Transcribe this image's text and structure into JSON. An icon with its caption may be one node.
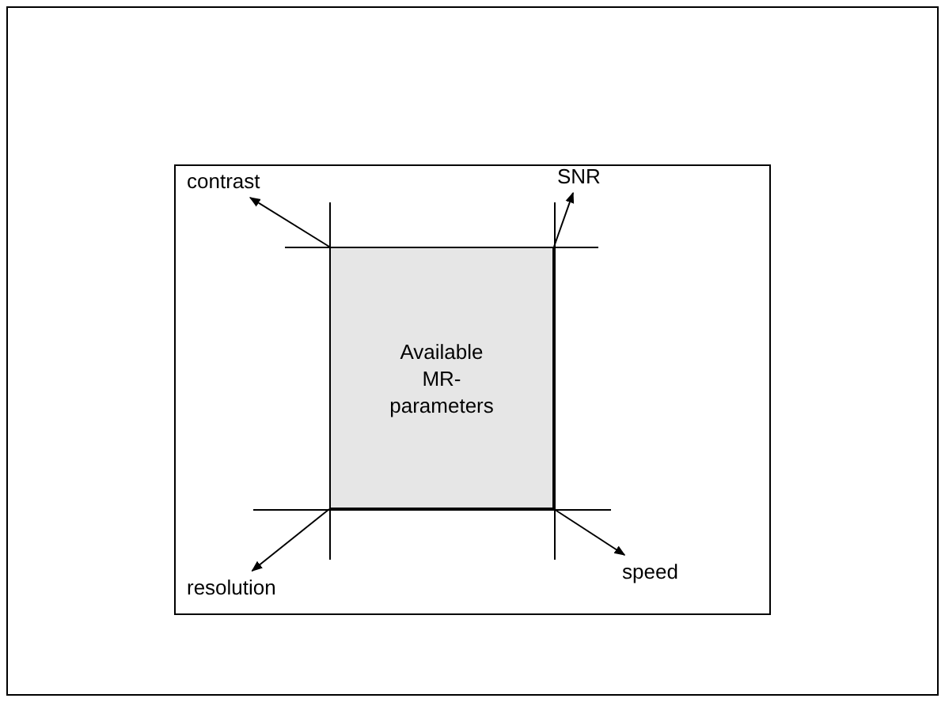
{
  "diagram": {
    "nodes": [
      {
        "text": [
          "Available MR-parameters"
        ]
      },
      {
        "text": [
          "contrast"
        ]
      },
      {
        "text": [
          "SNR"
        ]
      },
      {
        "text": [
          "resolution"
        ]
      },
      {
        "text": [
          "speed"
        ]
      }
    ],
    "edges": [
      {
        "from": 0,
        "to": 1,
        "arrow": "to"
      },
      {
        "from": 0,
        "to": 2,
        "arrow": "to"
      },
      {
        "from": 0,
        "to": 3,
        "arrow": "to"
      },
      {
        "from": 0,
        "to": 4,
        "arrow": "to"
      }
    ]
  }
}
